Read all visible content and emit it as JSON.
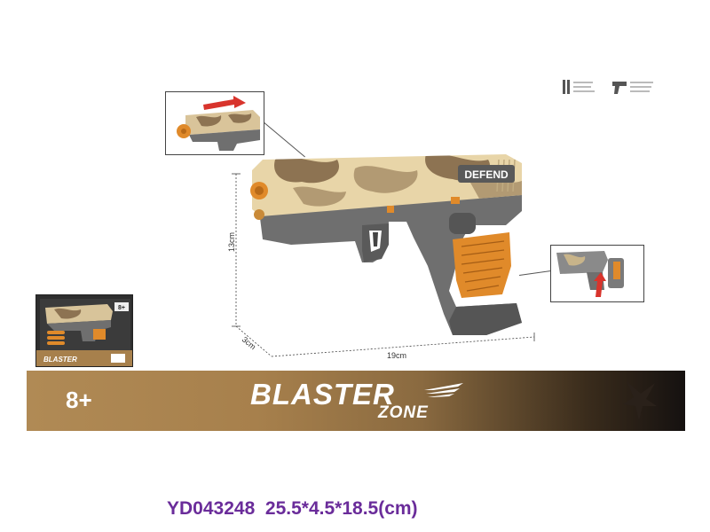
{
  "product": {
    "slide_label": "DEFEND",
    "dimensions": {
      "height": "13cm",
      "depth": "3cm",
      "width": "19cm"
    }
  },
  "banner": {
    "age": "8+",
    "brand_main": "BLASTER",
    "brand_sub": "ZONE"
  },
  "footer": {
    "model_code": "YD043248",
    "package_size": "25.5*4.5*18.5(cm)"
  },
  "package_thumb": {
    "age": "8+",
    "brand": "BLASTER"
  },
  "colors": {
    "camo_light": "#e8d5a8",
    "camo_dark": "#8d7352",
    "body_gray": "#6f6f6f",
    "accent_orange": "#e08a2a",
    "banner_gold": "#a7804c",
    "text_purple": "#6a2c9a",
    "arrow_red": "#d8342c"
  }
}
